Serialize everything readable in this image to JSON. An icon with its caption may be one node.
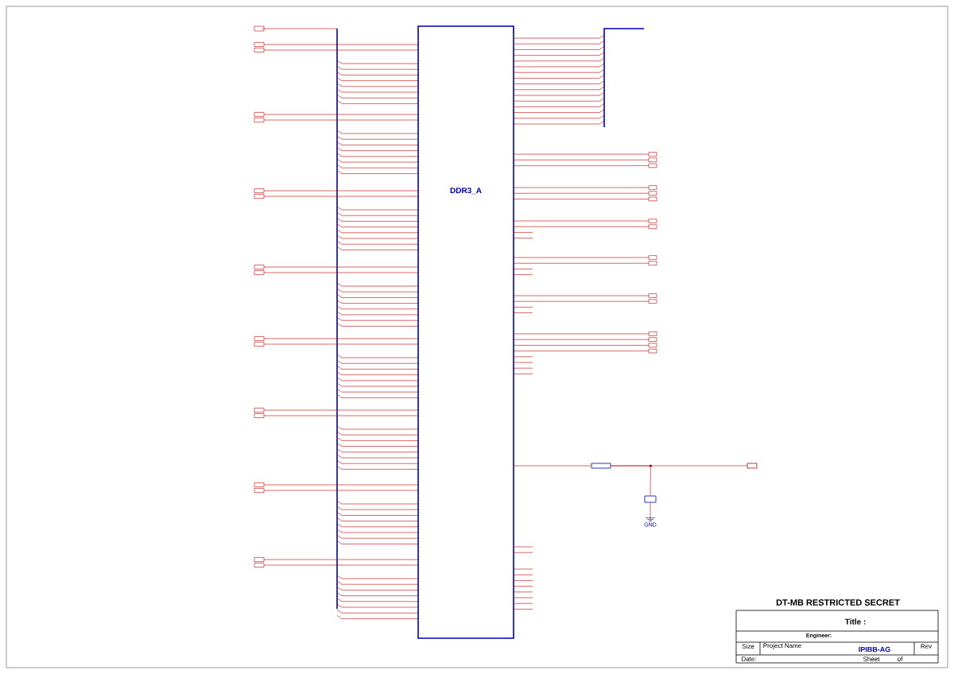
{
  "diagram": {
    "nodes": [
      {
        "text": [
          "DDR3_A"
        ]
      },
      {
        "text": [],
        "shape": "box"
      },
      {
        "text": [],
        "shape": "box"
      },
      {
        "text": [
          "GND"
        ]
      },
      {
        "text": [],
        "shape": "box"
      }
    ],
    "edges": [
      {
        "from": 0,
        "to": 1,
        "arrow": "none"
      },
      {
        "from": 1,
        "to": 4,
        "arrow": "none"
      },
      {
        "from": 1,
        "to": 2,
        "arrow": "none"
      },
      {
        "from": 2,
        "to": 3,
        "arrow": "none"
      }
    ],
    "labels": [
      "DT-MB RESTRICTED SECRET",
      "Title :",
      "Engineer:",
      "IPIBB-AG",
      "Size",
      "Project Name",
      "Rev",
      "Date:",
      "Sheet",
      "of"
    ]
  }
}
